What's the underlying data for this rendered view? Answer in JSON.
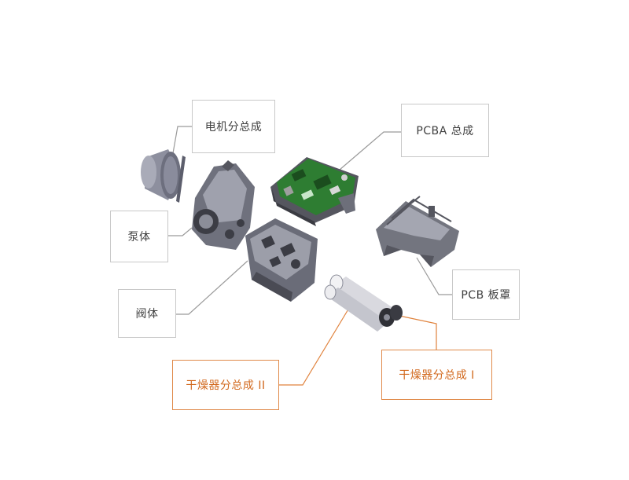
{
  "labels": {
    "motor": "电机分总成",
    "pcba": "PCBA 总成",
    "pump": "泵体",
    "pcb_cover": "PCB 板罩",
    "valve": "阀体",
    "dryer_2": "干燥器分总成 II",
    "dryer_1": "干燥器分总成 I"
  },
  "colors": {
    "box_border": "#c8c8c8",
    "leader_gray": "#9a9a9a",
    "leader_orange": "#e0823c",
    "orange_text": "#d2691e",
    "pcb_green": "#2e7d32",
    "metal": "#8a8c98"
  }
}
